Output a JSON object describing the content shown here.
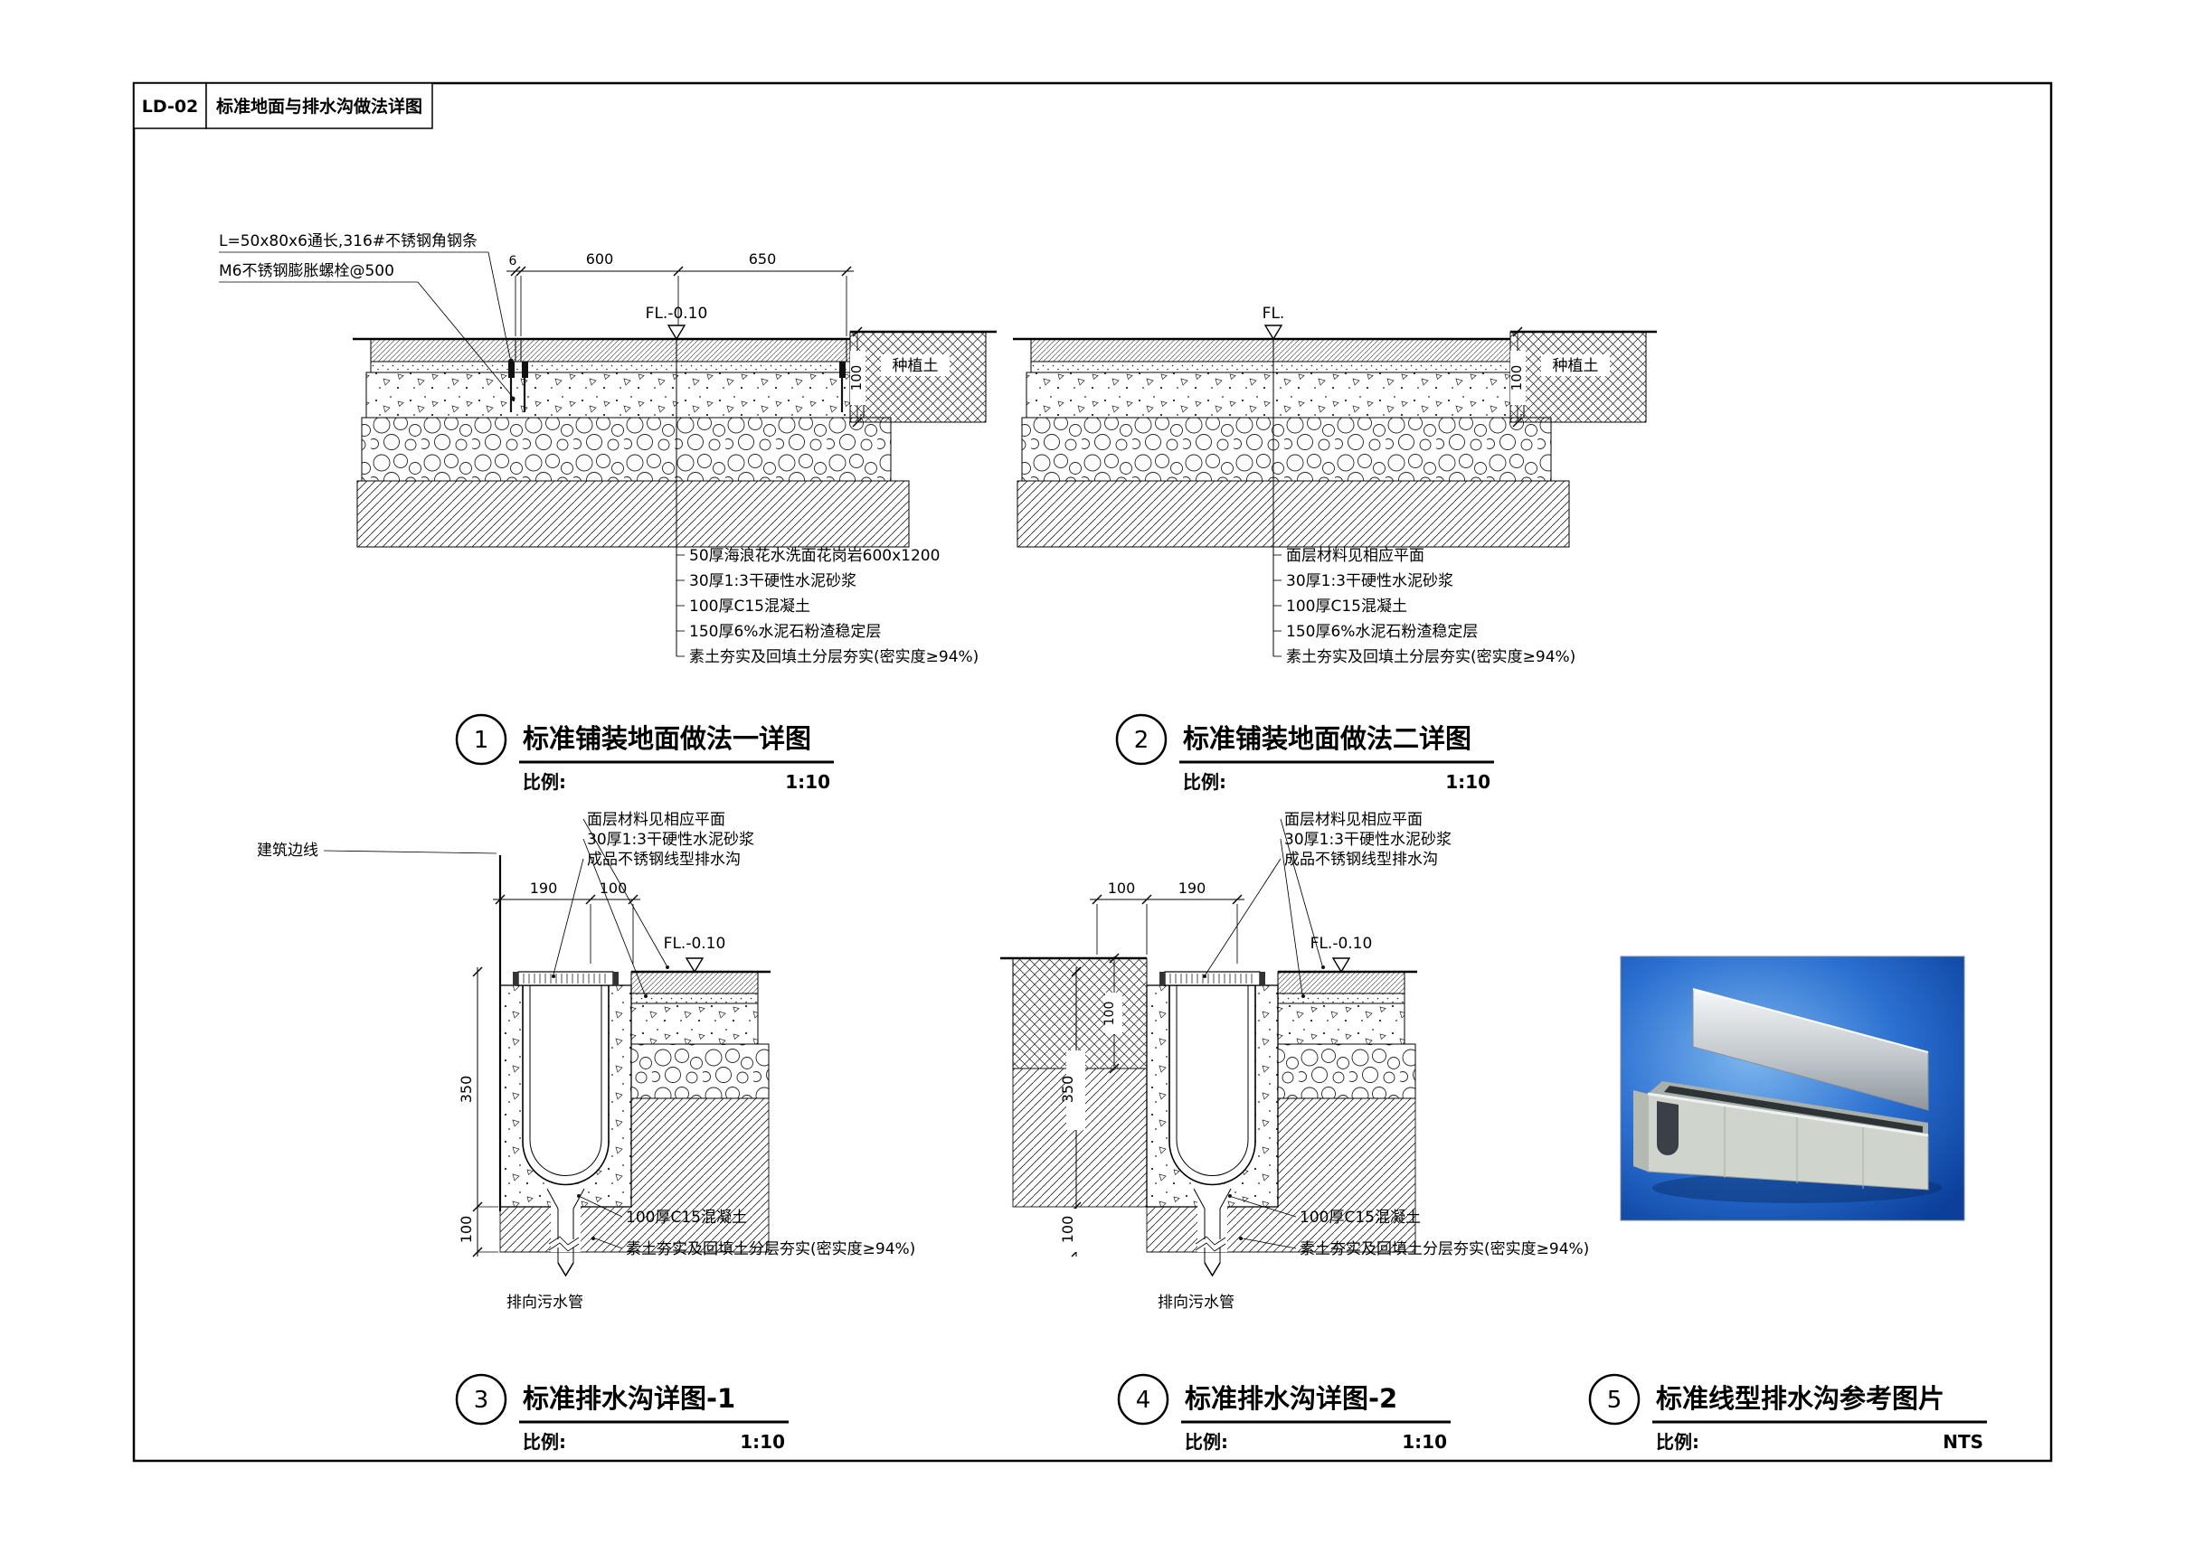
{
  "sheet": {
    "code": "LD-02",
    "title": "标准地面与排水沟做法详图"
  },
  "scale_label": "比例:",
  "d1": {
    "num": "1",
    "title": "标准铺装地面做法一详图",
    "scale": "1:10",
    "level": "FL.-0.10",
    "soil": "种植土",
    "depth": "100",
    "ann1": "L=50x80x6通长,316#不锈钢角钢条",
    "ann2": "M6不锈钢膨胀螺栓@500",
    "dims": {
      "a": "6",
      "b": "600",
      "c": "650"
    },
    "layers": [
      "50厚海浪花水洗面花岗岩600x1200",
      "30厚1:3干硬性水泥砂浆",
      "100厚C15混凝土",
      "150厚6%水泥石粉渣稳定层",
      "素土夯实及回填土分层夯实(密实度≥94%)"
    ]
  },
  "d2": {
    "num": "2",
    "title": "标准铺装地面做法二详图",
    "scale": "1:10",
    "level": "FL.",
    "soil": "种植土",
    "depth": "100",
    "layers": [
      "面层材料见相应平面",
      "30厚1:3干硬性水泥砂浆",
      "100厚C15混凝土",
      "150厚6%水泥石粉渣稳定层",
      "素土夯实及回填土分层夯实(密实度≥94%)"
    ]
  },
  "d3": {
    "num": "3",
    "title": "标准排水沟详图-1",
    "scale": "1:10",
    "level": "FL.-0.10",
    "building_edge": "建筑边线",
    "ann": [
      "面层材料见相应平面",
      "30厚1:3干硬性水泥砂浆",
      "成品不锈钢线型排水沟"
    ],
    "dims": {
      "a": "190",
      "b": "100",
      "depth": "350",
      "base": "100"
    },
    "notes": [
      "100厚C15混凝土",
      "素土夯实及回填土分层夯实(密实度≥94%)"
    ],
    "pipe": "排向污水管"
  },
  "d4": {
    "num": "4",
    "title": "标准排水沟详图-2",
    "scale": "1:10",
    "level": "FL.-0.10",
    "ann": [
      "面层材料见相应平面",
      "30厚1:3干硬性水泥砂浆",
      "成品不锈钢线型排水沟"
    ],
    "dims": {
      "a": "100",
      "b": "190",
      "depth": "350",
      "base": "100",
      "soil": "100"
    },
    "notes": [
      "100厚C15混凝土",
      "素土夯实及回填土分层夯实(密实度≥94%)"
    ],
    "pipe": "排向污水管"
  },
  "d5": {
    "num": "5",
    "title": "标准线型排水沟参考图片",
    "scale": "NTS",
    "photo_bg": "#2a6fd0"
  }
}
